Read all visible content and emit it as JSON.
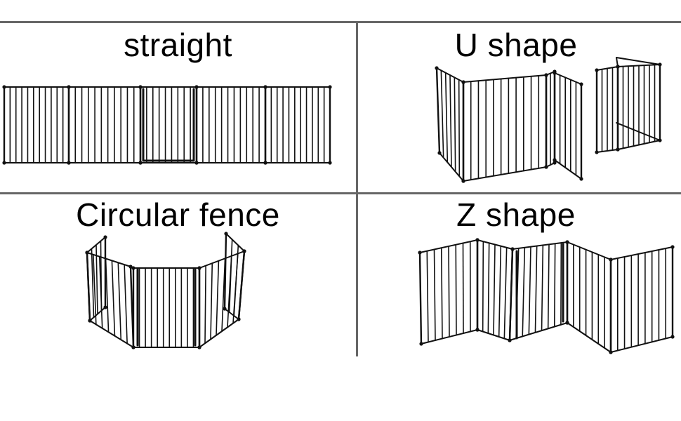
{
  "layouts": [
    {
      "id": "straight",
      "label": "straight",
      "icon": "straight-fence-icon"
    },
    {
      "id": "u",
      "label": "U shape",
      "icon": "u-shape-fence-icon"
    },
    {
      "id": "circular",
      "label": "Circular fence",
      "icon": "circular-fence-icon"
    },
    {
      "id": "z",
      "label": "Z shape",
      "icon": "z-shape-fence-icon"
    }
  ],
  "colors": {
    "grid_line": "#666666",
    "fence": "#111111",
    "background": "#ffffff"
  }
}
